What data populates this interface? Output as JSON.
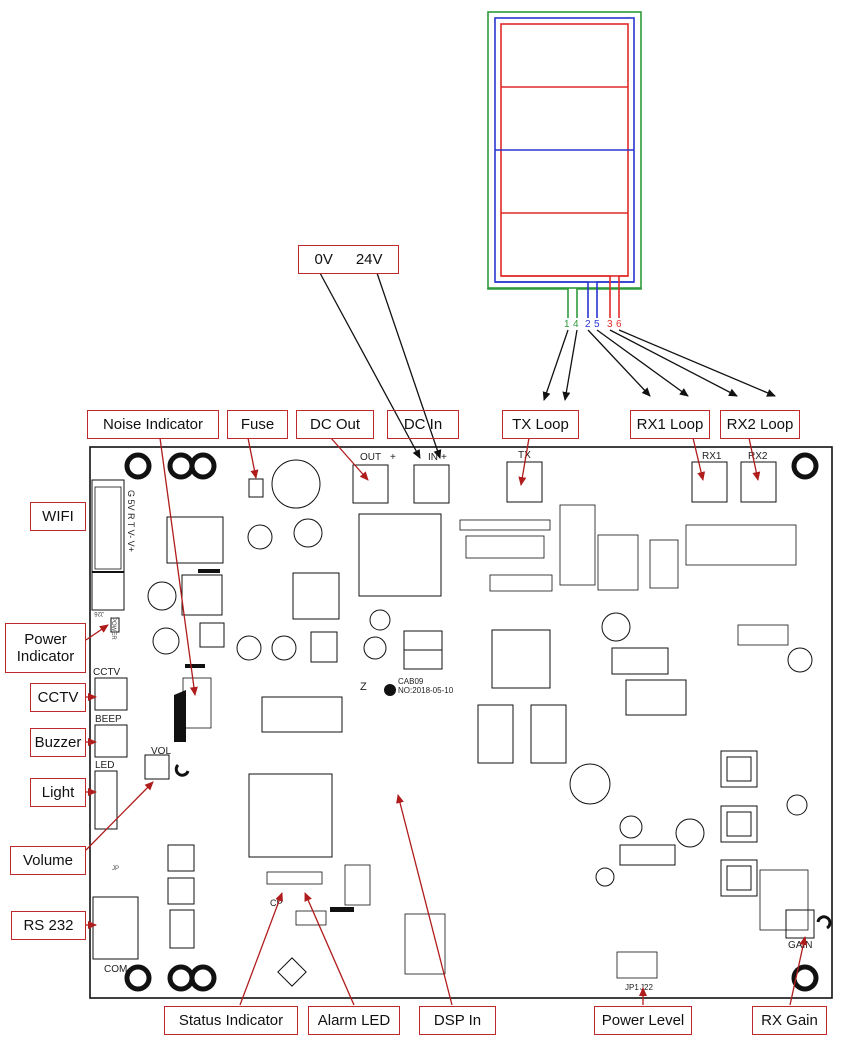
{
  "labels": {
    "zero_v": "0V",
    "twenty_four_v": "24V",
    "noise_indicator": "Noise Indicator",
    "fuse": "Fuse",
    "dc_out": "DC Out",
    "dc_in": "DC In",
    "tx_loop": "TX Loop",
    "rx1_loop": "RX1 Loop",
    "rx2_loop": "RX2 Loop",
    "wifi": "WIFI",
    "power_indicator_line1": "Power",
    "power_indicator_line2": "Indicator",
    "cctv": "CCTV",
    "buzzer": "Buzzer",
    "light": "Light",
    "volume": "Volume",
    "rs232": "RS 232",
    "status_indicator": "Status Indicator",
    "alarm_led": "Alarm LED",
    "dsp_in": "DSP In",
    "power_level": "Power Level",
    "rx_gain": "RX Gain"
  },
  "loop_terminals": {
    "t1": "1",
    "t4": "4",
    "t2": "2",
    "t5": "5",
    "t3": "3",
    "t6": "6"
  },
  "silkscreen": {
    "out": "OUT",
    "in": "IN",
    "tx": "TX",
    "rx1": "RX1",
    "rx2": "RX2",
    "wifi_pins": "G 5V R T V- V+",
    "cctv": "CCTV",
    "beep": "BEEP",
    "vol": "VOL",
    "led": "LED",
    "com": "COM",
    "gain": "GAIN",
    "cp": "CP",
    "jp1": "JP1",
    "j22": "J22",
    "z": "Z",
    "board_id": "CAB09",
    "board_date": "NO:2018-05-10",
    "power": "POWER",
    "jp": "JP"
  },
  "colors": {
    "label_border": "#c0292b",
    "arrow": "#111111",
    "arrow_red": "#b01c1c",
    "loop_green": "#2e9a3a",
    "loop_blue": "#2a35d0",
    "loop_red": "#e02a2a",
    "board_outline": "#111111"
  }
}
